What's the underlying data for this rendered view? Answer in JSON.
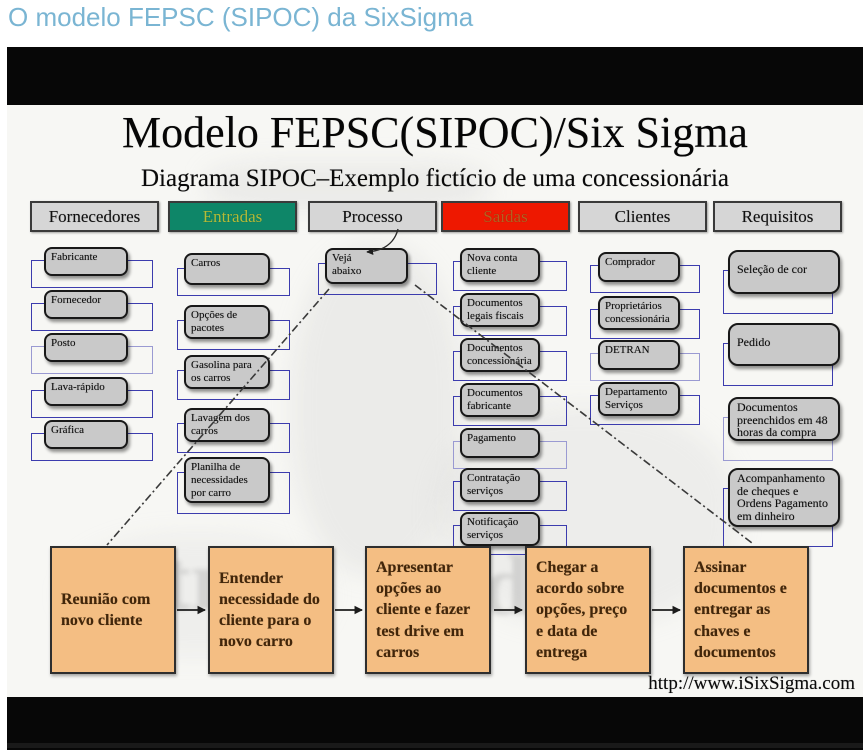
{
  "page": {
    "title": "O modelo FEPSC (SIPOC) da SixSigma"
  },
  "slide": {
    "title": "Modelo FEPSC(SIPOC)/Six Sigma",
    "subtitle": "Diagrama SIPOC–Exemplo fictício de uma concessionária",
    "source_url": "http://www.iSixSigma.com",
    "watermark_fragments": [
      "tr",
      "de"
    ],
    "columns": [
      {
        "id": "fornecedores",
        "label": "Fornecedores",
        "header_bg": "#d6d6d6",
        "header_fg": "#111111",
        "items": [
          "Fabricante",
          "Fornecedor",
          "Posto",
          "Lava-rápido",
          "Gráfica"
        ]
      },
      {
        "id": "entradas",
        "label": "Entradas",
        "header_bg": "#0e8668",
        "header_fg": "#b2bd3a",
        "items": [
          "Carros",
          "Opções de pacotes",
          "Gasolina para os carros",
          "Lavagem dos carros",
          "Planilha de necessidades por carro"
        ]
      },
      {
        "id": "processo",
        "label": "Processo",
        "header_bg": "#d6d6d6",
        "header_fg": "#111111",
        "items": [
          "Vejá abaixo"
        ]
      },
      {
        "id": "saidas",
        "label": "Saídas",
        "header_bg": "#ee1800",
        "header_fg": "#b8601f",
        "items": [
          "Nova conta cliente",
          "Documentos legais fiscais",
          "Documentos concessionária",
          "Documentos fabricante",
          "Pagamento",
          "Contratação serviços",
          "Notificação serviços"
        ]
      },
      {
        "id": "clientes",
        "label": "Clientes",
        "header_bg": "#d6d6d6",
        "header_fg": "#111111",
        "items": [
          "Comprador",
          "Proprietários concessionária",
          "DETRAN",
          "Departamento Serviços"
        ]
      },
      {
        "id": "requisitos",
        "label": "Requisitos",
        "header_bg": "#d6d6d6",
        "header_fg": "#111111",
        "items": [
          "Seleção de cor",
          "Pedido",
          "Documentos preenchidos em 48 horas da compra",
          "Acompanhamento de cheques e Ordens Pagamento em dinheiro"
        ]
      }
    ],
    "process_steps": [
      "Reunião com novo cliente",
      "Entender necessidade do cliente para o novo carro",
      "Apresentar opções ao cliente e fazer test drive em carros",
      "Chegar a acordo sobre opções, preço e data de entrega",
      "Assinar documentos e entregar as chaves e documentos"
    ]
  }
}
